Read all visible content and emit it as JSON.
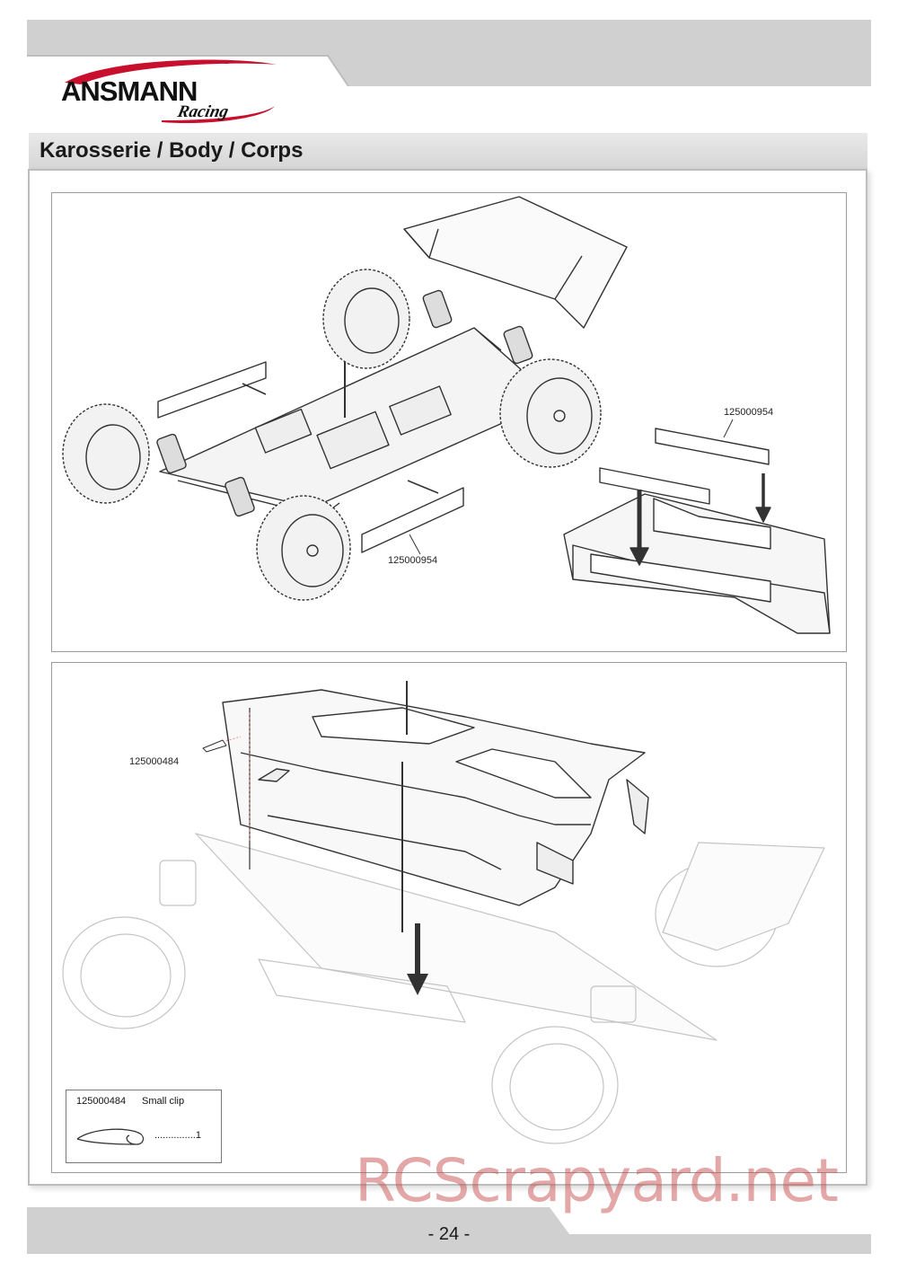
{
  "header": {
    "brand": "ANSMANN",
    "sub_brand": "Racing",
    "accent_color": "#c8102e",
    "band_color": "#d0d0d0"
  },
  "section": {
    "title": "Karosserie / Body / Corps"
  },
  "step1": {
    "label_right": "125000954",
    "label_left": "125000954"
  },
  "step2": {
    "clip_label": "125000484",
    "parts_list": {
      "part_number": "125000484",
      "part_name": "Small clip",
      "quantity": "...............1"
    }
  },
  "watermark": "RCScrapyard.net",
  "footer": {
    "page_number": "- 24 -"
  }
}
